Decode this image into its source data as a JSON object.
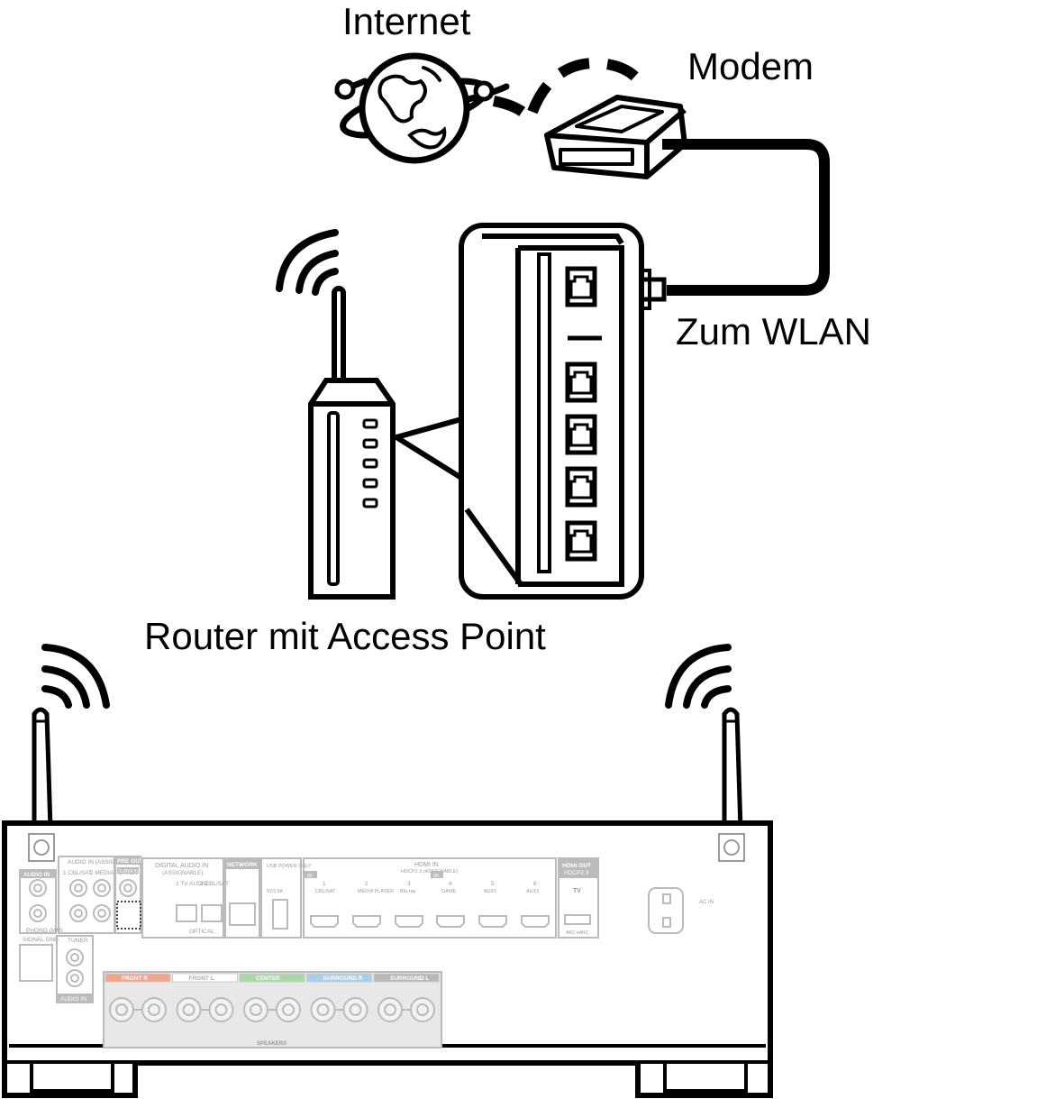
{
  "labels": {
    "internet": "Internet",
    "modem": "Modem",
    "to_wlan": "Zum WLAN",
    "router": "Router mit Access Point"
  },
  "panel": {
    "audio_in": "AUDIO IN",
    "audio_assignable": "AUDIO IN (ASSIGNABLE)",
    "cbl_sat_1": "1 CBL/SAT",
    "media_player_2": "2 MEDIA PLAYER",
    "pre_out": "PRE OUT",
    "subwoofer": "SUBWOOFER",
    "phono_mm": "PHONO (MM)",
    "signal_gnd": "SIGNAL GND",
    "tuner": "TUNER",
    "digital_audio": "DIGITAL AUDIO IN",
    "assignable": "(ASSIGNABLE)",
    "tv_audio": "1 TV AUDIO",
    "cbl_sat_2": "2 CBL/SAT",
    "optical": "OPTICAL",
    "network": "NETWORK",
    "usb": "USB POWER ONLY",
    "usb_rating": "5V/1.5A",
    "hdmi_in": "HDMI IN",
    "hdcp_in": "HDCP2.3 (ASSIGNABLE)",
    "hdmi_out": "HDMI OUT",
    "hdcp_out": "HDCP2.3",
    "eight_k": "8K",
    "tv": "TV",
    "arc": "ARC eARC",
    "ac_in": "AC IN",
    "hdmi_inputs": [
      {
        "num": "1",
        "name": "CBL/SAT"
      },
      {
        "num": "2",
        "name": "MEDIA PLAYER"
      },
      {
        "num": "3",
        "name": "Blu-ray"
      },
      {
        "num": "4",
        "name": "GAME"
      },
      {
        "num": "5",
        "name": "AUX1"
      },
      {
        "num": "6",
        "name": "AUX2"
      }
    ],
    "speaker_groups": [
      {
        "name": "FRONT R",
        "color": "#f2a58a"
      },
      {
        "name": "FRONT L",
        "color": "#ffffff"
      },
      {
        "name": "CENTER",
        "color": "#a8d8a8"
      },
      {
        "name": "SURROUND R",
        "color": "#a8cfe8"
      },
      {
        "name": "SURROUND L",
        "color": "#b8b8b8"
      }
    ],
    "speakers": "SPEAKERS"
  }
}
